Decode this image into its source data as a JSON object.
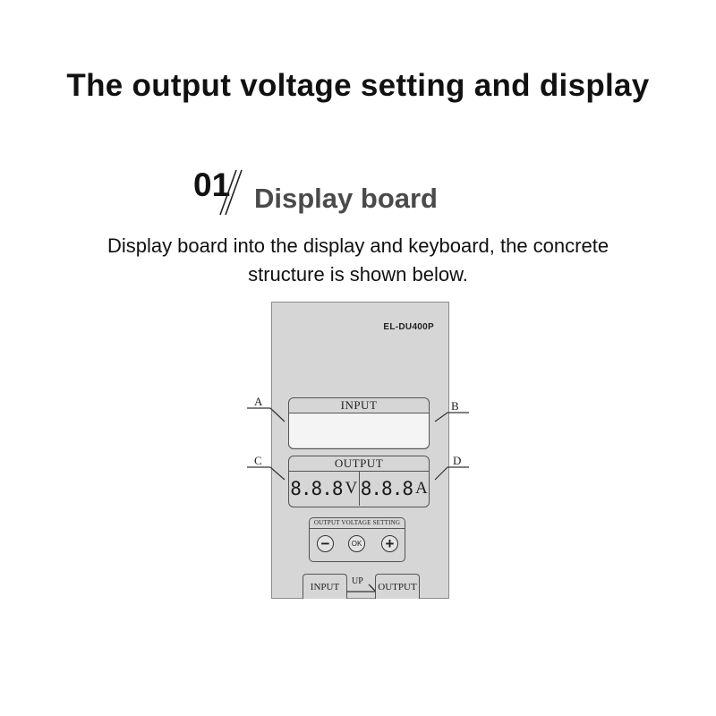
{
  "page": {
    "title": "The output voltage setting and display",
    "section_number": "01",
    "section_title": "Display board",
    "intro_line1": "Display board into the display and keyboard, the concrete",
    "intro_line2": "structure is shown below."
  },
  "board": {
    "model": "EL-DU400P",
    "input_panel_label": "INPUT",
    "output_panel_label": "OUTPUT",
    "voltage_digits": "8.8.8",
    "voltage_unit": "V",
    "current_digits": "8.8.8",
    "current_unit": "A",
    "keypad_label": "OUTPUT VOLTAGE SETTING",
    "key_minus": "−",
    "key_ok": "OK",
    "key_plus": "+",
    "tab_input": "INPUT",
    "tab_output": "OUTPUT",
    "up_label": "UP"
  },
  "callouts": {
    "a": "A",
    "b": "B",
    "c": "C",
    "d": "D"
  },
  "colors": {
    "board_fill": "#d6d6d6",
    "lcd_fill": "#f4f4f4",
    "outline": "#555555",
    "section_title": "#4a4a4a"
  }
}
